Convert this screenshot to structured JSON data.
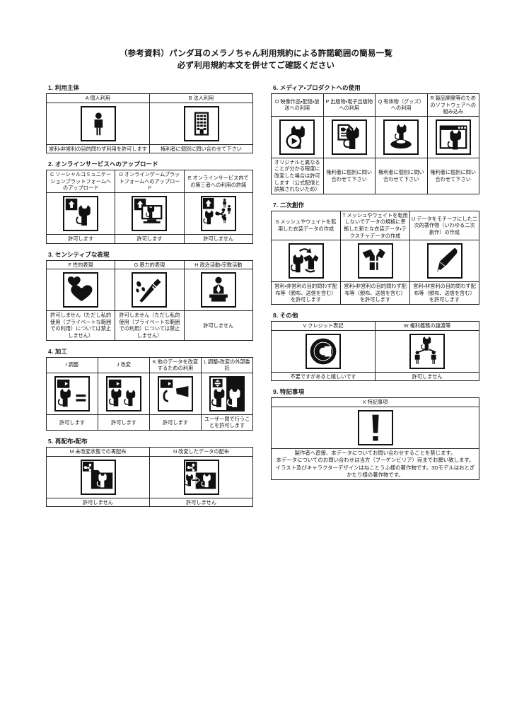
{
  "title": {
    "line1": "（参考資料）パンダ耳のメラノちゃん利用規約による許諾範囲の簡易一覧",
    "line2": "必ず利用規約本文を併せてご確認ください"
  },
  "sections": [
    {
      "heading": "1. 利用主体",
      "columns": [
        {
          "header": "A 個人利用",
          "icon": "person-icon",
          "note": "営利・非営利の目的問わず利用を許可します"
        },
        {
          "header": "B 法人利用",
          "icon": "building-icon",
          "note": "権利者に個別に問い合わせて下さい"
        }
      ]
    },
    {
      "heading": "2. オンラインサービスへのアップロード",
      "columns": [
        {
          "header": "C ソーシャルコミュニケーションプラットフォームへのアップロード",
          "icon": "upload-cat-icon",
          "note": "許可します"
        },
        {
          "header": "D オンラインゲームプラットフォームへのアップロード",
          "icon": "upload-cat-monitor-icon",
          "note": "許可します"
        },
        {
          "header": "E オンラインサービス内での第三者への利用の許諾",
          "icon": "upload-share-people-icon",
          "note": "許可しません"
        }
      ]
    },
    {
      "heading": "3. センシティブな表現",
      "columns": [
        {
          "header": "F 性的表現",
          "icon": "hearts-icon",
          "note": "許可しません（ただし私的使用（プライベートな範囲での利用）については禁止しません）"
        },
        {
          "header": "G 暴力的表現",
          "icon": "knife-blood-icon",
          "note": "許可しません（ただし私的使用（プライベートな範囲での利用）については禁止しません）"
        },
        {
          "header": "H 政治活動・宗教活動",
          "icon": "podium-speaker-icon",
          "note": "許可しません"
        }
      ]
    },
    {
      "heading": "4. 加工",
      "columns": [
        {
          "header": "I 調整",
          "icon": "arrow-cat-equals-icon",
          "note": "許可します"
        },
        {
          "header": "J 改変",
          "icon": "arrow-cat-cat-icon",
          "note": "許可します"
        },
        {
          "header": "K 他のデータを改変するための利用",
          "icon": "arrow-cat-part-icon",
          "note": "許可します"
        },
        {
          "header": "L 調整・改変の外部委託",
          "icon": "cat-outsourcing-icon",
          "note": "ユーザー間で行うことを許可します"
        }
      ]
    },
    {
      "heading": "5. 再配布・配布",
      "columns": [
        {
          "header": "M 未改変状態での再配布",
          "icon": "share-folder-cat-icon",
          "note": "許可しません"
        },
        {
          "header": "N 改変したデータの配布",
          "icon": "share-folder-modified-cat-icon",
          "note": "許可しません"
        }
      ]
    }
  ],
  "sections_right": [
    {
      "heading": "6. メディア・プロダクトへの使用",
      "columns": [
        {
          "header": "O 映像作品・配信・放送への利用",
          "icon": "cat-play-icon",
          "note": "オリジナルと異なることが分かる程度に改変した場合は許可します（公式配信と誤解されないため）"
        },
        {
          "header": "P 出版物・電子出版物への利用",
          "icon": "cat-document-icon",
          "note": "権利者に個別に問い合わせて下さい"
        },
        {
          "header": "Q 有体物（グッズ）への利用",
          "icon": "cat-figure-icon",
          "note": "権利者に個別に問い合わせて下さい"
        },
        {
          "header": "R 製品開発等のためのソフトウェアへの組み込み",
          "icon": "cat-window-icon",
          "note": "権利者に個別に問い合わせて下さい"
        }
      ]
    },
    {
      "heading": "7. 二次創作",
      "columns": [
        {
          "header": "S メッシュやウェイトを転用した衣装データの作成",
          "icon": "cat-clothes-reuse-icon",
          "note": "営利・非営利の目的問わず配布等（頒布、送信を含む）を許可します"
        },
        {
          "header": "T メッシュやウェイトを転用しないでデータの規格に準拠した新たな衣装データ・テクスチャデータの作成",
          "icon": "clothes-new-icon",
          "note": "営利・非営利の目的問わず配布等（頒布、送信を含む）を許可します"
        },
        {
          "header": "U データをモチーフにした二次的著作物（いわゆる二次創作）の作成",
          "icon": "pen-icon",
          "note": "営利・非営利の目的問わず配布等（頒布、送信を含む）を許可します"
        }
      ]
    },
    {
      "heading": "8. その他",
      "columns": [
        {
          "header": "V クレジット表記",
          "icon": "copyright-icon",
          "note": "不要ですがあると嬉しいです"
        },
        {
          "header": "W 権利義務の譲渡等",
          "icon": "rights-transfer-icon",
          "note": "許可しません"
        }
      ]
    },
    {
      "heading": "9. 特記事項",
      "columns": [
        {
          "header": "X 特記事項",
          "icon": "exclamation-icon",
          "note": ""
        }
      ],
      "footnote": [
        "製作者へ直接、本データについてお問い合わせすることを禁じます。",
        "本データについてのお問い合わせは当方（ブーゲンビリア）宛までお願い致します。",
        "イラスト及びキャラクターデザインはねことうふ様の著作物です。3Dモデルはおとぎかたり様の著作物です。"
      ]
    }
  ],
  "colors": {
    "ink": "#1a1a1a",
    "rule": "#222222",
    "paper": "#ffffff"
  }
}
